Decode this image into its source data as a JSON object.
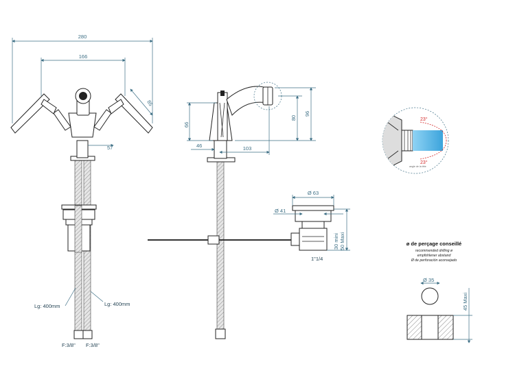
{
  "dims": {
    "front_width": "280",
    "front_spacing": "166",
    "front_handle": "85",
    "front_depth": "57",
    "side_height": "66",
    "side_offset": "46",
    "side_reach": "103",
    "side_h80": "80",
    "side_h96": "96",
    "drain_d63": "Ø 63",
    "drain_d41": "Ø 41",
    "drain_thread": "1\"1/4",
    "drain_range": "30 mini\n50 Maxi",
    "hole_d35": "Ø 35",
    "hole_depth": "45 Maxi"
  },
  "labels": {
    "hose_left": "Lg: 400mm",
    "hose_right": "Lg: 400mm",
    "fit_left": "F:3/8\"",
    "fit_right": "F:3/8\"",
    "angle_top": "23°",
    "angle_bottom": "23°",
    "angle_caption": "angle de la tête"
  },
  "note": {
    "title": "ø de perçage conseillé",
    "line1": "recommended drilling ø",
    "line2": "empfohlener abstand",
    "line3": "Ø de perforación aconsejado"
  },
  "colors": {
    "dimension": "#3d6f85",
    "outline": "#222222",
    "spray": "#5ab8e8",
    "angle": "#d42b2b"
  }
}
